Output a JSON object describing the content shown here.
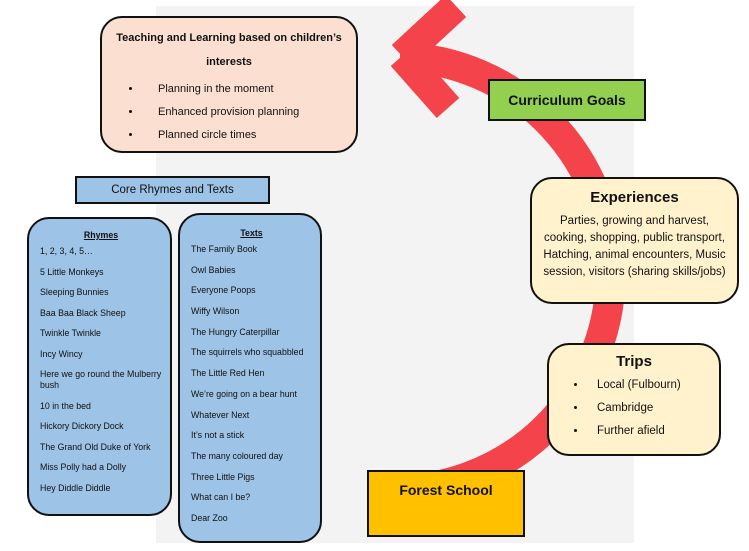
{
  "teaching": {
    "title": "Teaching and Learning based on children’s interests",
    "items": [
      "Planning in the moment",
      "Enhanced provision planning",
      "Planned circle times"
    ]
  },
  "curriculum_goals": "Curriculum Goals",
  "core": "Core Rhymes and Texts",
  "experiences": {
    "title": "Experiences",
    "body": "Parties, growing and harvest, cooking, shopping, public transport, Hatching, animal encounters, Music session, visitors (sharing skills/jobs)"
  },
  "trips": {
    "title": "Trips",
    "items": [
      "Local (Fulbourn)",
      "Cambridge",
      "Further afield"
    ]
  },
  "forest_school": "Forest School",
  "rhymes": {
    "title": "Rhymes",
    "items": [
      "1, 2, 3, 4, 5…",
      "5 Little Monkeys",
      "Sleeping Bunnies",
      "Baa Baa Black Sheep",
      "Twinkle Twinkle",
      "Incy Wincy",
      "Here we go round the Mulberry bush",
      "10 in the bed",
      "Hickory Dickory Dock",
      "The Grand Old Duke of York",
      "Miss Polly had a Dolly",
      "Hey Diddle Diddle"
    ]
  },
  "texts": {
    "title": "Texts",
    "items": [
      "The Family Book",
      "Owl Babies",
      "Everyone Poops",
      "Wiffy Wilson",
      "The Hungry Caterpillar",
      "The squirrels who squabbled",
      "The Little Red Hen",
      "We’re going on a bear hunt",
      "Whatever Next",
      "It’s not a stick",
      "The many coloured day",
      "Three Little Pigs",
      "What can I be?",
      "Dear Zoo"
    ]
  },
  "colors": {
    "cycle": "#f4434a",
    "teaching_fill": "#fbe0d2",
    "goals_fill": "#93d050",
    "experiences_fill": "#fff2cc",
    "forest_fill": "#ffc000",
    "lists_fill": "#9dc3e6"
  }
}
